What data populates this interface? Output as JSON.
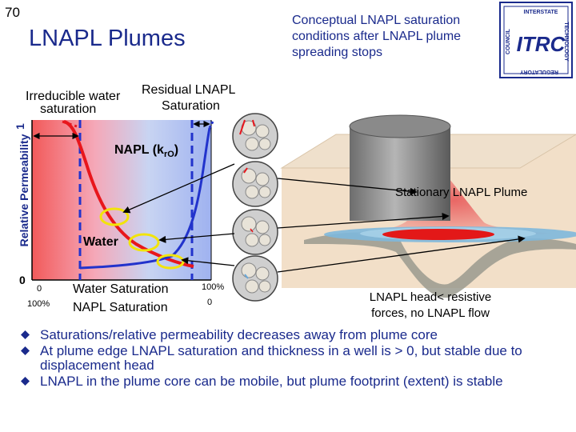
{
  "slide_number": "70",
  "title": "LNAPL Plumes",
  "subtitle": "Conceptual LNAPL saturation conditions after LNAPL plume spreading stops",
  "logo": {
    "top_text": "INTERSTATE",
    "middle_text": "ITRC",
    "left_text": "COUNCIL",
    "right_text": "TECHNOLOGY",
    "bottom_text": "REGULATORY"
  },
  "graph": {
    "label_irreducible": "Irreducible water saturation",
    "label_residual": "Residual LNAPL Saturation",
    "y_axis_label": "Relative Permeability",
    "y_axis_one": "1",
    "y_axis_zero": "0",
    "napl_curve_label": "NAPL (k",
    "napl_sub": "rO",
    "napl_close": ")",
    "water_curve_label": "Water",
    "x_left_top": "0",
    "x_left_bottom": "100%",
    "x_right_top": "100%",
    "x_right_bottom": "0",
    "x_label_water": "Water Saturation",
    "x_label_napl": "NAPL Saturation"
  },
  "diagram": {
    "plume_label": "Stationary LNAPL Plume",
    "caption": "LNAPL head< resistive forces, no LNAPL flow"
  },
  "bullets": [
    "Saturations/relative permeability decreases away from plume core",
    "At plume edge LNAPL saturation and thickness in a well is > 0, but stable due to displacement head",
    "LNAPL in the plume core can be mobile, but plume footprint (extent) is stable"
  ],
  "colors": {
    "title": "#1a2a8c",
    "bullet_diamond": "#1a2a8c",
    "napl_curve": "#e8161c",
    "water_curve": "#2233cc",
    "highlight_ellipse": "#f2e40a"
  }
}
